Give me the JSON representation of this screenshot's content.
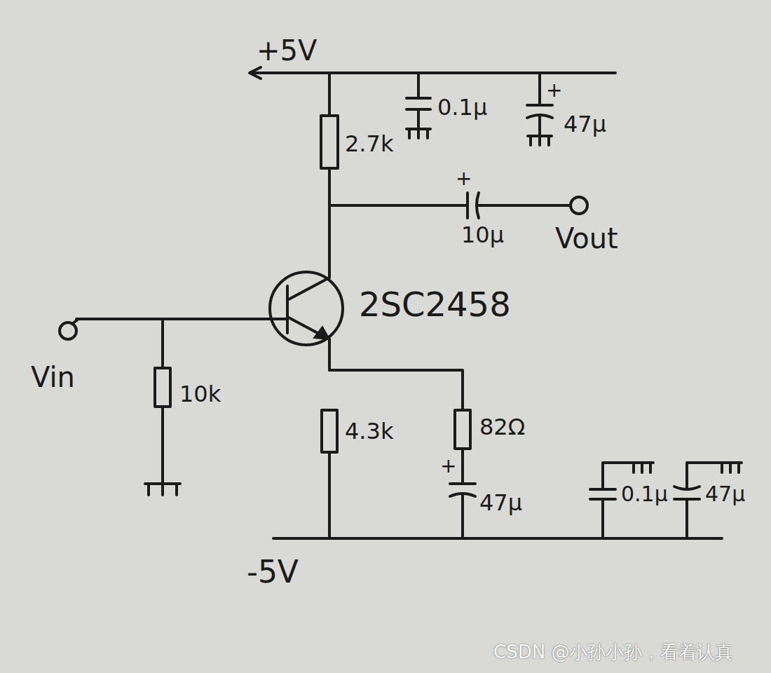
{
  "diagram": {
    "labels": [
      "+5V",
      "0.1μ",
      "+",
      "47μ",
      "2.7k",
      "+",
      "10μ",
      "Vout",
      "2SC2458",
      "Vin",
      "10k",
      "4.3k",
      "82Ω",
      "+",
      "47μ",
      "0.1μ",
      "47μ",
      "-5V",
      "CSDN @小孙小孙，看着认真"
    ]
  }
}
